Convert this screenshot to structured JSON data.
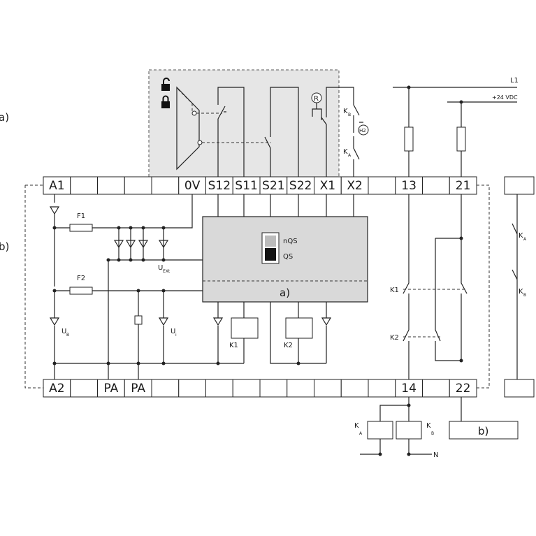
{
  "side_labels": {
    "top": "a)",
    "middle": "b)"
  },
  "terminals_top": [
    "A1",
    "",
    "",
    "",
    "",
    "0V",
    "S12",
    "S11",
    "S21",
    "S22",
    "X1",
    "X2",
    "",
    "13",
    "",
    "21"
  ],
  "terminals_bottom": [
    "A2",
    "",
    "PA",
    "PA",
    "",
    "",
    "",
    "",
    "",
    "",
    "",
    "",
    "",
    "14",
    "",
    "22"
  ],
  "supply": {
    "l1": "L1",
    "vdc": "+24 VDC",
    "neutral": "N"
  },
  "components": {
    "f1": "F1",
    "f2": "F2",
    "k1": "K1",
    "k2": "K2",
    "k1_contact": "K1",
    "k2_contact": "K2",
    "r": "R",
    "h2": "H2",
    "ka_k": "K",
    "ka_sub": "A",
    "kb_k": "K",
    "kb_sub": "B",
    "ub": "U",
    "ub_sub": "B",
    "uext": "U",
    "uext_sub": "EXt",
    "ui": "U",
    "ui_sub": "i"
  },
  "module": {
    "nqs": "nQS",
    "qs": "QS",
    "label": "a)"
  },
  "external": {
    "kb_top_k": "K",
    "kb_top_sub": "B",
    "ka_top_k": "K",
    "ka_top_sub": "A",
    "right_ka_k": "K",
    "right_ka_sub": "A",
    "right_kb_k": "K",
    "right_kb_sub": "B",
    "bottom_ka_k": "K",
    "bottom_ka_sub": "A",
    "bottom_kb_k": "K",
    "bottom_kb_sub": "B",
    "box_b": "b)"
  }
}
